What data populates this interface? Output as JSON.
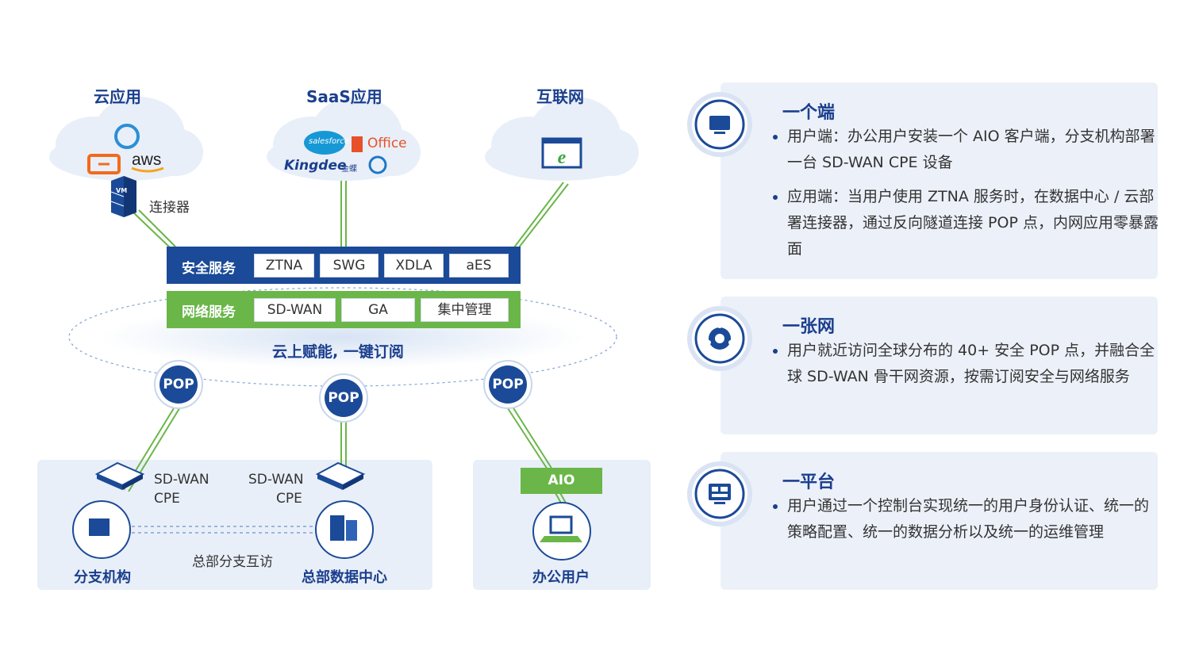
{
  "top": {
    "cloud_app": "云应用",
    "saas_app": "SaaS应用",
    "internet": "互联网",
    "connector": "连接器",
    "vm_tag": "VM",
    "aws": "aws",
    "salesforce": "salesforce",
    "office": "Office",
    "kingdee": "Kingdee",
    "kingdee_cn": "金蝶"
  },
  "security": {
    "label": "安全服务",
    "items": [
      "ZTNA",
      "SWG",
      "XDLA",
      "aES"
    ]
  },
  "network": {
    "label": "网络服务",
    "items": [
      "SD-WAN",
      "GA",
      "集中管理"
    ]
  },
  "cloud_slogan": "云上赋能, 一键订阅",
  "pop_label": "POP",
  "bottom": {
    "sdwan_cpe_left_1": "SD-WAN",
    "sdwan_cpe_left_2": "CPE",
    "sdwan_cpe_right_1": "SD-WAN",
    "sdwan_cpe_right_2": "CPE",
    "branch": "分支机构",
    "hq": "总部数据中心",
    "hq_branch_access": "总部分支互访",
    "aio": "AIO",
    "office_user": "办公用户"
  },
  "cards": [
    {
      "title": "一个端",
      "icon": "monitor-icon",
      "bullets": [
        "用户端：办公用户安装一个 AIO 客户端，分支机构部署一台 SD-WAN CPE 设备",
        "应用端：当用户使用 ZTNA 服务时，在数据中心 / 云部署连接器，通过反向隧道连接 POP 点，内网应用零暴露面"
      ]
    },
    {
      "title": "一张网",
      "icon": "network-globe-icon",
      "bullets": [
        "用户就近访问全球分布的 40+ 安全 POP 点，并融合全球 SD-WAN 骨干网资源，按需订阅安全与网络服务"
      ]
    },
    {
      "title": "一平台",
      "icon": "dashboard-icon",
      "bullets": [
        "用户通过一个控制台实现统一的用户身份认证、统一的策略配置、统一的数据分析以及统一的运维管理"
      ]
    }
  ],
  "colors": {
    "primary_blue": "#1b4a98",
    "green": "#6ab648",
    "light_bg": "#ecf1f9"
  }
}
